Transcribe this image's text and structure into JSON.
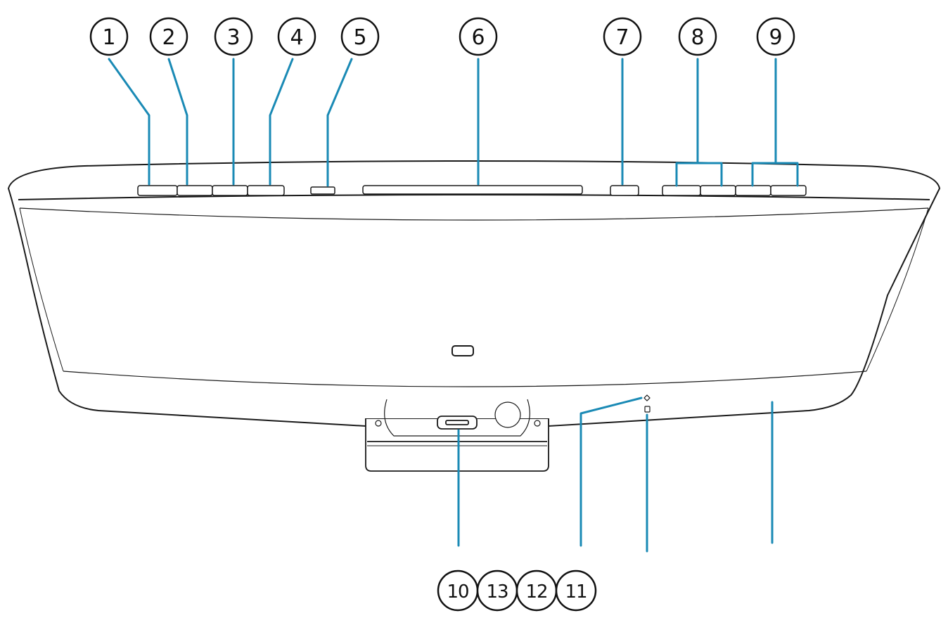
{
  "diagram": {
    "top_callouts": [
      {
        "id": "1",
        "label": "1"
      },
      {
        "id": "2",
        "label": "2"
      },
      {
        "id": "3",
        "label": "3"
      },
      {
        "id": "4",
        "label": "4"
      },
      {
        "id": "5",
        "label": "5"
      },
      {
        "id": "6",
        "label": "6"
      },
      {
        "id": "7",
        "label": "7"
      },
      {
        "id": "8",
        "label": "8"
      },
      {
        "id": "9",
        "label": "9"
      }
    ],
    "bottom_callouts": [
      {
        "id": "10",
        "label": "10"
      },
      {
        "id": "13",
        "label": "13"
      },
      {
        "id": "12",
        "label": "12"
      },
      {
        "id": "11",
        "label": "11"
      }
    ]
  },
  "colors": {
    "leader_line": "#1a8ab5",
    "outline": "#1a1a1a",
    "fill": "#ffffff"
  }
}
